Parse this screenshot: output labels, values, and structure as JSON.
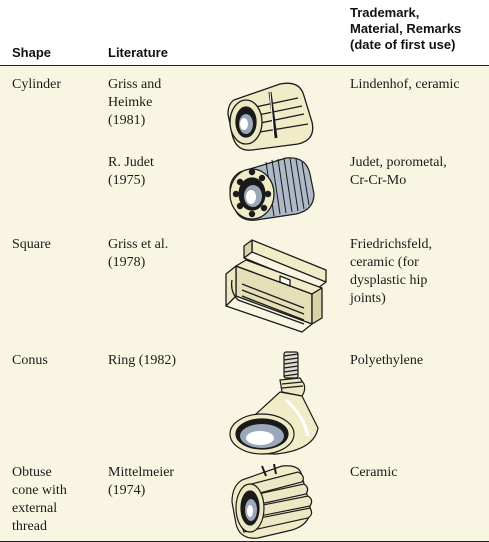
{
  "headers": {
    "shape": "Shape",
    "literature": "Literature",
    "trademark": "Trademark,\nMaterial, Remarks\n(date of first use)"
  },
  "rows": [
    {
      "shape": "Cylinder",
      "literature": "Griss and\nHeimke\n(1981)",
      "trademark": "Lindenhof, ceramic",
      "icon": "cylinder-implant-icon"
    },
    {
      "shape": "",
      "literature": "R. Judet\n(1975)",
      "trademark": "Judet, porometal,\nCr-Cr-Mo",
      "icon": "threaded-cylinder-implant-icon"
    },
    {
      "shape": "Square",
      "literature": "Griss et al.\n(1978)",
      "trademark": "Friedrichsfeld,\nceramic (for\ndysplastic hip\njoints)",
      "icon": "square-implant-icon"
    },
    {
      "shape": "Conus",
      "literature": "Ring (1982)",
      "trademark": "Polyethylene",
      "icon": "conus-implant-icon"
    },
    {
      "shape": "Obtuse\ncone with\nexternal\nthread",
      "literature": "Mittelmeier\n(1974)",
      "trademark": "Ceramic",
      "icon": "threaded-cone-implant-icon"
    }
  ],
  "colors": {
    "row_background": "#f8f6e3",
    "implant_fill": "#f0ecc8",
    "implant_dark": "#d8d2a6",
    "steel": "#9aa8ba"
  }
}
